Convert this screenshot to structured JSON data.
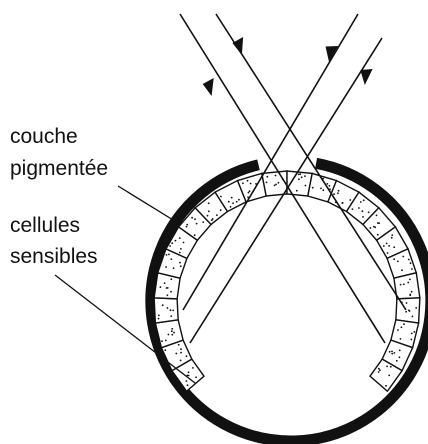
{
  "labels": {
    "pigment_layer": [
      "couche",
      "pigmentée"
    ],
    "sensitive_cells": [
      "cellules",
      "sensibles"
    ]
  },
  "colors": {
    "ink": "#111111",
    "background": "#ffffff"
  }
}
